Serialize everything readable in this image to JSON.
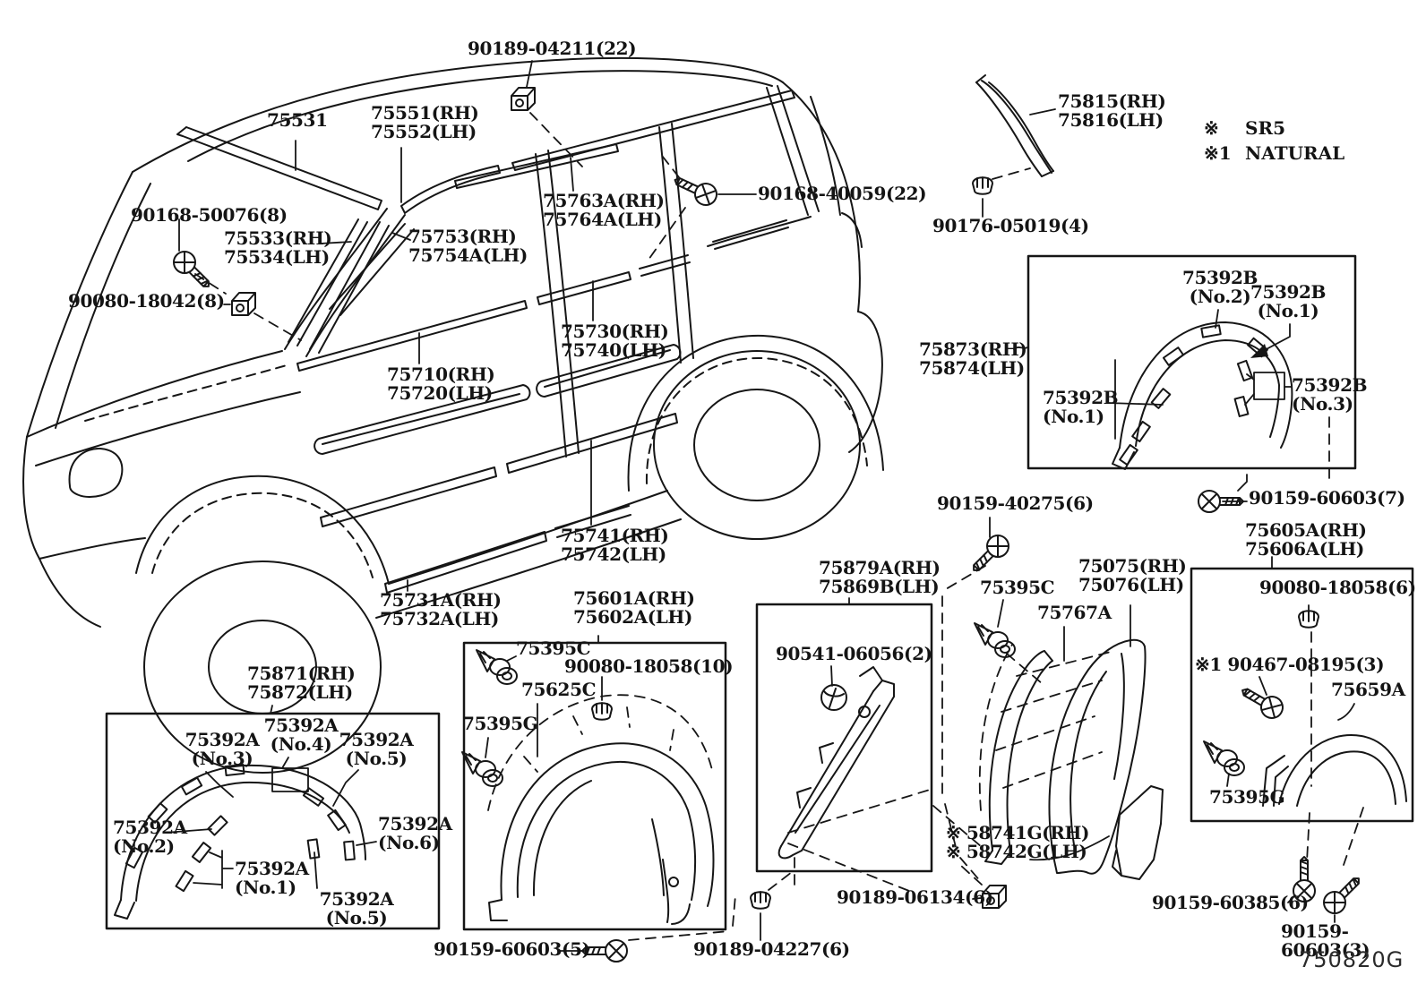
{
  "code": "750820G",
  "legend": {
    "sr5_marker": "※",
    "sr5_text": "SR5",
    "natural_marker": "※1",
    "natural_text": "NATURAL"
  },
  "labels": {
    "p90189_04211": "90189-04211(22)",
    "p75531": "75531",
    "p75551": "75551(RH)\n75552(LH)",
    "p75763A": "75763A(RH)\n75764A(LH)",
    "p90168_40059": "90168-40059(22)",
    "p75815": "75815(RH)\n75816(LH)",
    "p90176_05019": "90176-05019(4)",
    "p90168_50076": "90168-50076(8)",
    "p75533": "75533(RH)\n75534(LH)",
    "p90080_18042": "90080-18042(8)",
    "p75753": "75753(RH)\n75754A(LH)",
    "p75730": "75730(RH)\n75740(LH)",
    "p75710": "75710(RH)\n75720(LH)",
    "p75873": "75873(RH)\n75874(LH)",
    "p75392B_no2": "75392B\n(No.2)",
    "p75392B_no1_top": "75392B\n(No.1)",
    "p75392B_no1_left": "75392B\n(No.1)",
    "p75392B_no3": "75392B\n(No.3)",
    "p90159_60603_7": "90159-60603(7)",
    "p90159_40275": "90159-40275(6)",
    "p75605A": "75605A(RH)\n75606A(LH)",
    "p90080_18058_6": "90080-18058(6)",
    "p90467_08195": "※1 90467-08195(3)",
    "p75659A": "75659A",
    "p75395G_box2": "75395G",
    "p75075": "75075(RH)\n75076(LH)",
    "p75767A": "75767A",
    "p75395C_right": "75395C",
    "p75879A": "75879A(RH)\n75869B(LH)",
    "p90541_06056": "90541-06056(2)",
    "p58741G": "※ 58741G(RH)\n※ 58742G(LH)",
    "p90189_06134": "90189-06134(6)",
    "p90189_04227": "90189-04227(6)",
    "p90159_60603_5": "90159-60603(5)",
    "p90159_60385": "90159-60385(6)",
    "p90159_60603_3": "90159-60603(3)",
    "p75871": "75871(RH)\n75872(LH)",
    "p75392A_no3": "75392A\n(No.3)",
    "p75392A_no4": "75392A\n(No.4)",
    "p75392A_no5_top": "75392A\n(No.5)",
    "p75392A_no2": "75392A\n(No.2)",
    "p75392A_no1": "75392A\n(No.1)",
    "p75392A_no6": "75392A\n(No.6)",
    "p75392A_no5_bottom": "75392A\n(No.5)",
    "p75741": "75741(RH)\n75742(LH)",
    "p75731A": "75731A(RH)\n75732A(LH)",
    "p75601A": "75601A(RH)\n75602A(LH)",
    "p75625C": "75625C",
    "p75395C_box5": "75395C",
    "p75395G_box5": "75395G",
    "p90080_18058_10": "90080-18058(10)"
  }
}
